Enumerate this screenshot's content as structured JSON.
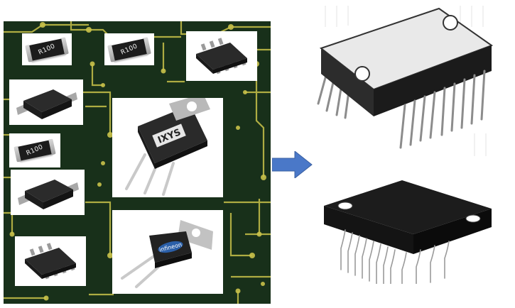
{
  "image": {
    "background_color": "#ffffff",
    "pcb_color": "#18301a",
    "trace_color": "#c9c24a",
    "arrow_color": "#4a78c8"
  },
  "components": {
    "resistor_marking": "R100",
    "resistor_marking_2": "R100",
    "resistor_marking_3": "R100",
    "transistor_logo_to247": "IXYS",
    "transistor_logo_to220": "infineon"
  }
}
